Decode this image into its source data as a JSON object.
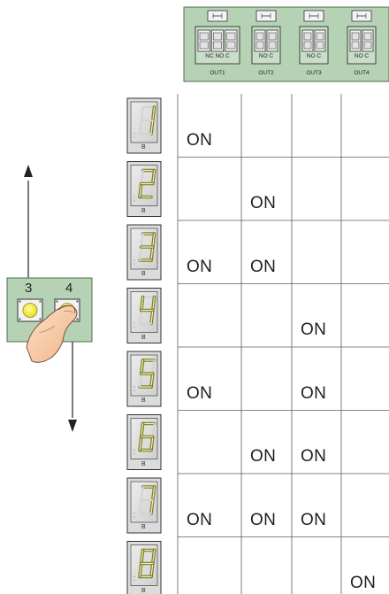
{
  "outputs": [
    {
      "label": "OUT1",
      "terminals": "NC NO C",
      "pins": 3
    },
    {
      "label": "OUT2",
      "terminals": "NO  C",
      "pins": 2
    },
    {
      "label": "OUT3",
      "terminals": "NO  C",
      "pins": 2
    },
    {
      "label": "OUT4",
      "terminals": "NO  C",
      "pins": 2
    }
  ],
  "buttons": [
    {
      "label": "3"
    },
    {
      "label": "4"
    }
  ],
  "display_suffix": "B",
  "state_text": "ON",
  "rows": [
    {
      "digit": "1",
      "states": [
        true,
        false,
        false,
        false
      ]
    },
    {
      "digit": "2",
      "states": [
        false,
        true,
        false,
        false
      ]
    },
    {
      "digit": "3",
      "states": [
        true,
        true,
        false,
        false
      ]
    },
    {
      "digit": "4",
      "states": [
        false,
        false,
        true,
        false
      ]
    },
    {
      "digit": "5",
      "states": [
        true,
        false,
        true,
        false
      ]
    },
    {
      "digit": "6",
      "states": [
        false,
        true,
        true,
        false
      ]
    },
    {
      "digit": "7",
      "states": [
        true,
        true,
        true,
        false
      ]
    },
    {
      "digit": "8",
      "states": [
        false,
        false,
        false,
        true
      ]
    }
  ],
  "colors": {
    "panel": "#b5d3b4",
    "panel_stroke": "#4f6f4e",
    "segment_lit": "#7c7c2a",
    "button_led": "#f2ec3a",
    "grid_line": "#5e5e5e"
  }
}
